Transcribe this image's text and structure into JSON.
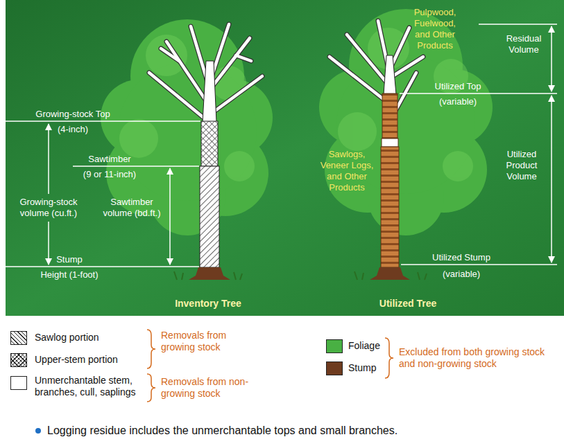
{
  "diagram": {
    "labels": [
      "Growing-stock Top",
      "(4-inch)",
      "Sawtimber",
      "(9 or 11-inch)",
      "Growing-stock volume (cu.ft.)",
      "Sawtimber volume (bd.ft.)",
      "Stump",
      "Height (1-foot)",
      "Inventory Tree",
      "Pulpwood, Fuelwood, and Other Products",
      "Residual Volume",
      "Utilized Top",
      "(variable)",
      "Utilized Product Volume",
      "Sawlogs, Veneer Logs, and Other Products",
      "Utilized Stump",
      "(variable)",
      "Utilized Tree",
      "Removals from growing stock",
      "Removals from non-growing stock",
      "Excluded from both growing stock and non-growing stock",
      "Logging residue includes the unmerchantable tops and small branches."
    ],
    "legend": [
      {
        "text": "Sawlog portion"
      },
      {
        "text": "Upper-stem portion"
      },
      {
        "text": "Unmerchantable stem, branches, cull, saplings",
        "color": "#ffffff"
      },
      {
        "text": "Foliage",
        "color": "#49b043"
      },
      {
        "text": "Stump",
        "color": "#6e3b1f"
      }
    ]
  }
}
